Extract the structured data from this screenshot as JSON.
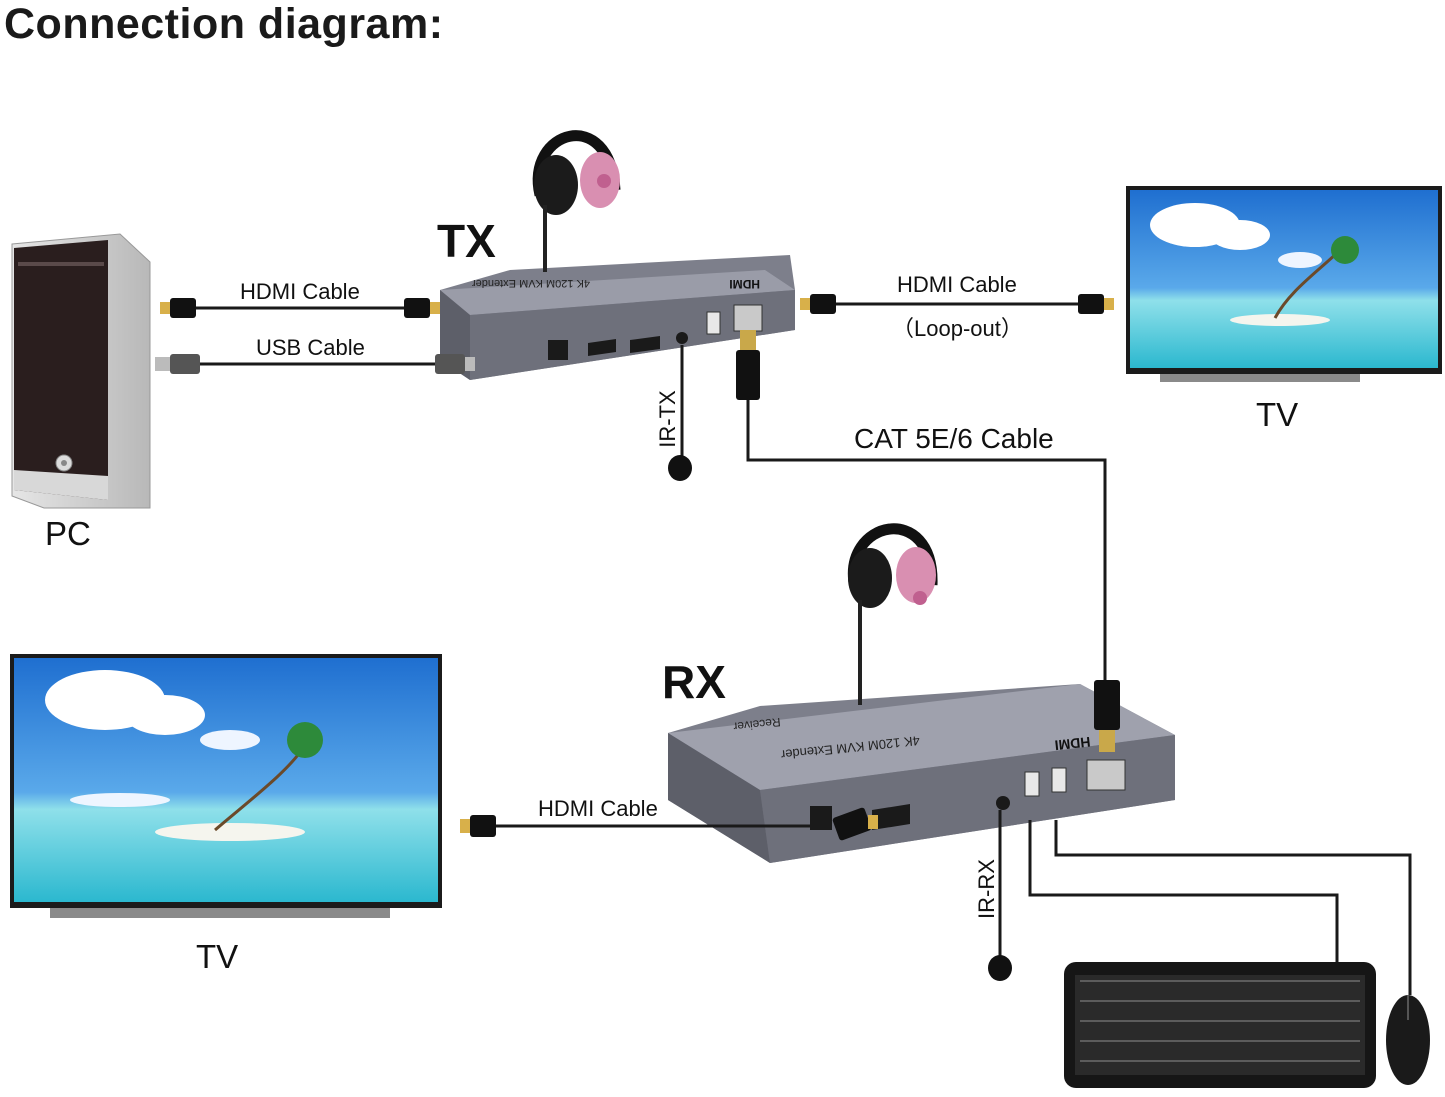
{
  "title": "Connection diagram:",
  "units": {
    "tx": {
      "label": "TX",
      "top_text": "4K 120M KVM Extender",
      "brand": "HDMI"
    },
    "rx": {
      "label": "RX",
      "top_text": "4K 120M KVM Extender",
      "side_text": "Receiver",
      "brand": "HDMI"
    }
  },
  "devices": {
    "pc": "PC",
    "tv_top": "TV",
    "tv_bottom": "TV"
  },
  "cables": {
    "pc_hdmi": "HDMI Cable",
    "pc_usb": "USB Cable",
    "loop_hdmi": "HDMI Cable",
    "loop_note": "（Loop-out）",
    "cat": "CAT 5E/6 Cable",
    "rx_hdmi": "HDMI Cable",
    "ir_tx": "IR-TX",
    "ir_rx": "IR-RX"
  },
  "colors": {
    "box_top": "#8f919d",
    "box_front": "#6b6d78",
    "sky": "#2d7fd6",
    "sea": "#39c4d6",
    "cable": "#1a1a1a",
    "headphone_pink": "#d98fb1"
  }
}
